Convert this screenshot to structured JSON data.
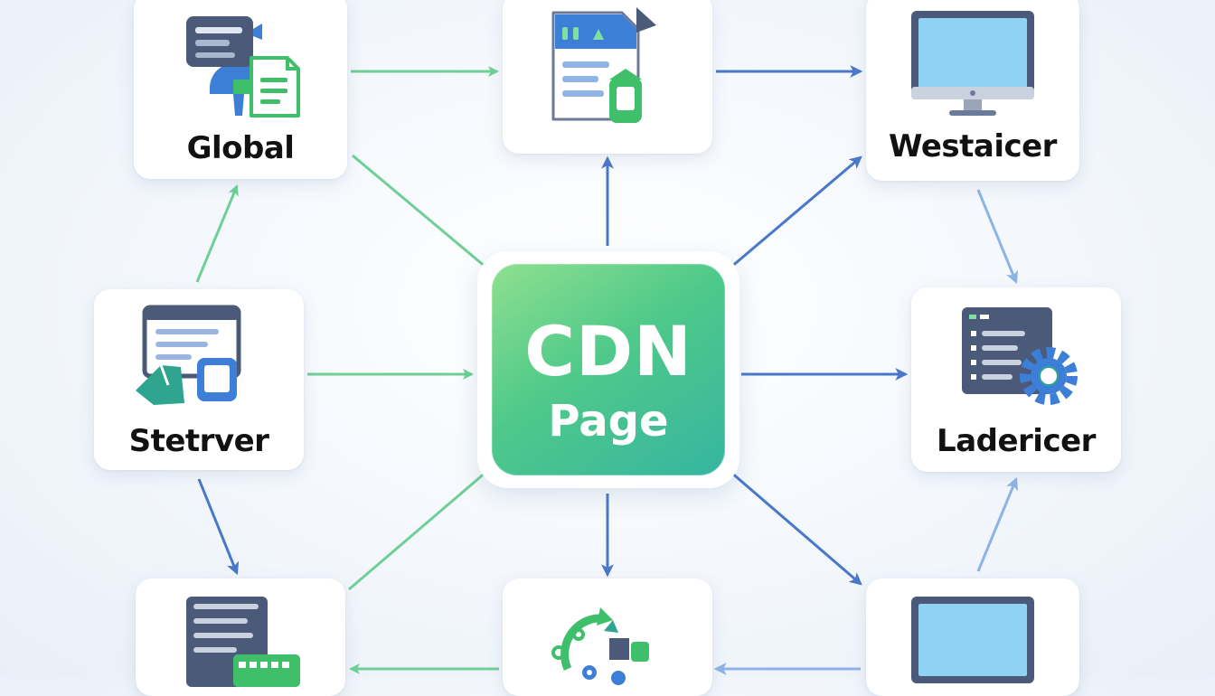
{
  "center": {
    "line1": "CDN",
    "line2": "Page"
  },
  "nodes": {
    "global": {
      "label": "Global"
    },
    "westaicer": {
      "label": "Westaicer"
    },
    "stetrver": {
      "label": "Stetrver"
    },
    "ladericer": {
      "label": "Ladericer"
    }
  },
  "colors": {
    "green_arrow": "#6fcf97",
    "blue_arrow": "#4a78c8",
    "light_blue_arrow": "#8eb4e6",
    "center_gradient_start": "#8fe08f",
    "center_gradient_end": "#36b5a0",
    "icon_navy": "#4a5a78",
    "icon_blue": "#3d7fd6",
    "icon_green": "#3fbf6a",
    "icon_teal": "#2fa58f"
  },
  "icons": {
    "top_left": "server-document-icon",
    "top_center": "document-box-icon",
    "top_right": "monitor-icon",
    "mid_left": "browser-window-icon",
    "mid_right": "settings-window-icon",
    "bottom_left": "server-grid-icon",
    "bottom_center": "sync-network-icon",
    "bottom_right": "monitor-icon"
  }
}
